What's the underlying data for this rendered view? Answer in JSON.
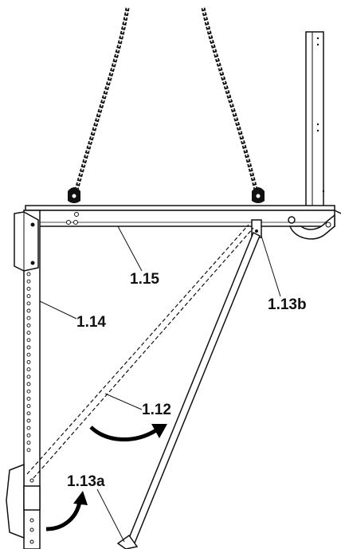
{
  "diagram": {
    "labels": {
      "part_1_15": "1.15",
      "part_1_14": "1.14",
      "part_1_13b": "1.13b",
      "part_1_12": "1.12",
      "part_1_13a": "1.13a"
    },
    "colors": {
      "line": "#111111",
      "background": "#ffffff",
      "arrow": "#000000"
    }
  }
}
